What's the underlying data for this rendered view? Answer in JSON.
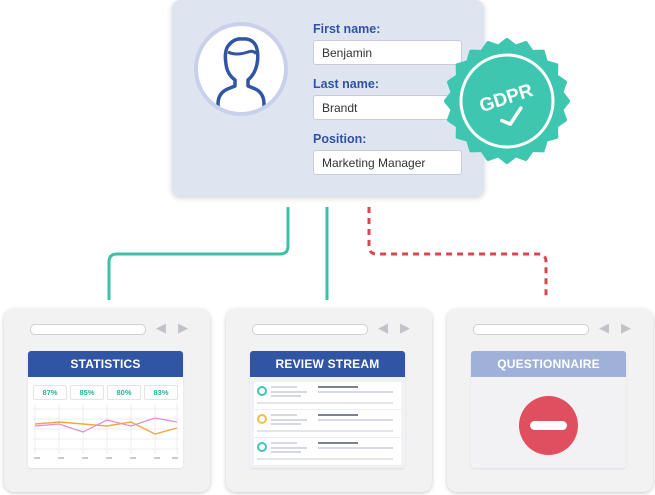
{
  "profile": {
    "first_name_label": "First name:",
    "first_name_value": "Benjamin",
    "last_name_label": "Last name:",
    "last_name_value": "Brandt",
    "position_label": "Position:",
    "position_value": "Marketing Manager",
    "seal_text": "GDPR"
  },
  "windows": [
    {
      "title": "STATISTICS",
      "header_color": "#2f55a4",
      "stats": [
        "87%",
        "85%",
        "80%",
        "83%"
      ]
    },
    {
      "title": "REVIEW STREAM",
      "header_color": "#2f55a4"
    },
    {
      "title": "QUESTIONNAIRE",
      "header_color": "#9fb0d9"
    }
  ],
  "colors": {
    "connector_active": "#3fbfa8",
    "connector_blocked": "#d9464f",
    "seal": "#3fc6b1",
    "block_icon": "#e04f5f",
    "label_blue": "#2f54a5"
  }
}
